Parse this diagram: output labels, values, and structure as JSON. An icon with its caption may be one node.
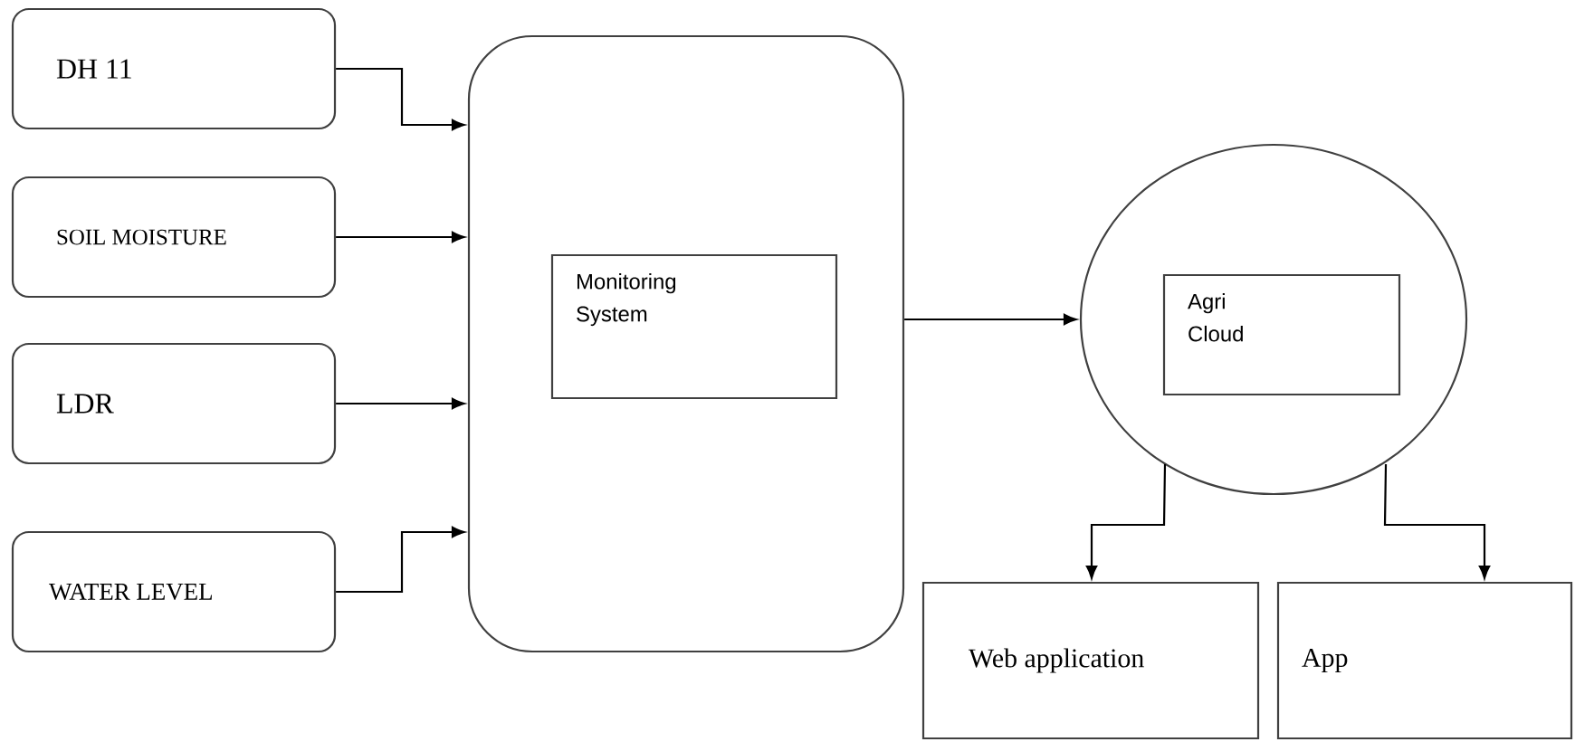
{
  "diagram": {
    "nodes": [
      {
        "text": [
          "DH 11"
        ]
      },
      {
        "text": [
          "SOIL MOISTURE"
        ]
      },
      {
        "text": [
          "LDR"
        ]
      },
      {
        "text": [
          "WATER LEVEL"
        ]
      },
      {
        "text": [],
        "shape": "box"
      },
      {
        "text": [
          "Monitoring System"
        ],
        "in": 4
      },
      {
        "text": [],
        "shape": "circle"
      },
      {
        "text": [
          "Agri Cloud"
        ],
        "in": 6
      },
      {
        "text": [
          "Web application"
        ]
      },
      {
        "text": [
          "App"
        ]
      }
    ],
    "edges": [
      {
        "from": 0,
        "to": 4,
        "arrow": "to"
      },
      {
        "from": 1,
        "to": 4,
        "arrow": "to"
      },
      {
        "from": 2,
        "to": 4,
        "arrow": "to"
      },
      {
        "from": 3,
        "to": 4,
        "arrow": "to"
      },
      {
        "from": 4,
        "to": 6,
        "arrow": "to"
      },
      {
        "from": 6,
        "to": 8,
        "arrow": "to"
      },
      {
        "from": 6,
        "to": 9,
        "arrow": "to"
      }
    ]
  }
}
